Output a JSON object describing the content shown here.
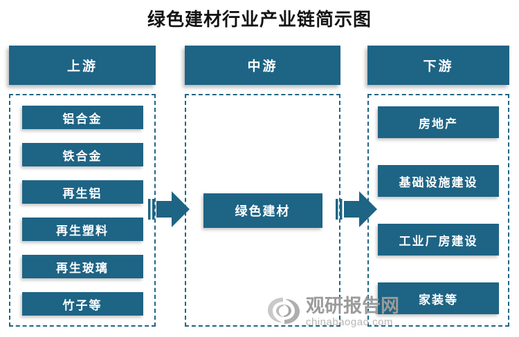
{
  "title": "绿色建材行业产业链简示图",
  "colors": {
    "accent_teal": "#1e6485",
    "box_text": "#ffffff",
    "title_text": "#141414",
    "watermark_name_gray": "#9b9b9b",
    "watermark_domain_gray": "#b7b7b7"
  },
  "columns": {
    "upstream": {
      "header": "上游",
      "items": [
        "铝合金",
        "铁合金",
        "再生铝",
        "再生塑料",
        "再生玻璃",
        "竹子等"
      ]
    },
    "midstream": {
      "header": "中游",
      "items": [
        "绿色建材"
      ]
    },
    "downstream": {
      "header": "下游",
      "items": [
        "房地产",
        "基础设施建设",
        "工业厂房建设",
        "家装等"
      ]
    }
  },
  "icons": {
    "flow_arrow": "double-bar-right-arrow",
    "watermark_logo": "swirl-logo"
  },
  "watermark": {
    "name": "观研报告网",
    "domain": "chinabaogao.com"
  }
}
